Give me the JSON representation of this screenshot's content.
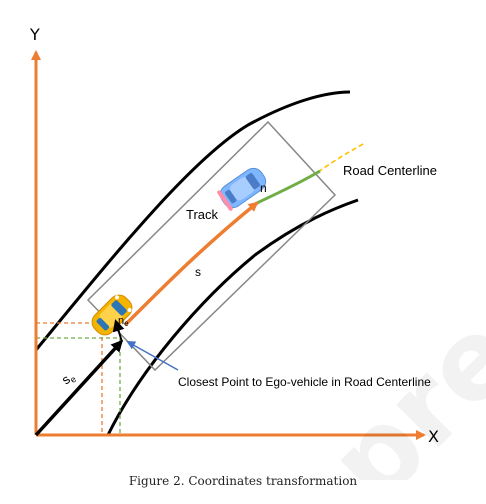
{
  "figure": {
    "y_axis_label": "Y",
    "x_axis_label": "X",
    "road_centerline_label": "Road Centerline",
    "track_label": "Track",
    "s_label": "s",
    "n_label": "n",
    "ne_label": "n",
    "ne_sub": "e",
    "se_label": "s",
    "se_sub": "e",
    "closest_point_label": "Closest Point to Ego-vehicle in Road Centerline",
    "watermark_text": "pre-pro",
    "colors": {
      "axis": "#ED7D31",
      "track_path": "#ED7D31",
      "centerline_future": "#70AD47",
      "centerline_extension": "#FFC000",
      "pointer_arrow": "#4472C4",
      "ego_vehicle": "#F5B400",
      "target_vehicle": "#7EB6FF",
      "projection_line_orange": "#ED7D31",
      "projection_line_green": "#70AD47"
    }
  },
  "caption": "Figure 2.  Coordinates transformation"
}
